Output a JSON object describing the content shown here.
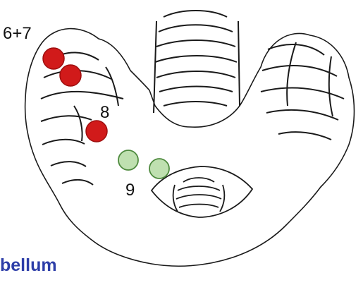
{
  "labels": {
    "group_a": "6+7",
    "group_b": "8",
    "group_c": "9"
  },
  "caption": "bellum",
  "colors": {
    "red_marker": "#d11a1a",
    "red_marker_edge": "#9e0f0f",
    "green_marker": "#bfe0b0",
    "green_marker_edge": "#4e8a3e",
    "outline": "#1a1a1a",
    "caption": "#2d3ea8"
  },
  "markers": [
    {
      "group": "6+7",
      "color": "red"
    },
    {
      "group": "6+7",
      "color": "red"
    },
    {
      "group": "8",
      "color": "red"
    },
    {
      "group": "9",
      "color": "green"
    },
    {
      "group": "9",
      "color": "green"
    }
  ]
}
